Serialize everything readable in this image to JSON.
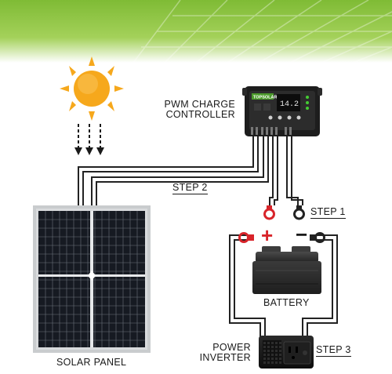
{
  "labels": {
    "controller_line1": "PWM CHARGE",
    "controller_line2": "CONTROLLER",
    "step1": "STEP 1",
    "step2": "STEP 2",
    "step3": "STEP 3",
    "battery": "BATTERY",
    "solar_panel": "SOLAR PANEL",
    "inverter_line1": "POWER",
    "inverter_line2": "INVERTER",
    "plus": "+",
    "minus": "−"
  },
  "controller": {
    "brand": "TOPSOLAR",
    "display_value": "14.2"
  },
  "colors": {
    "banner_green": "#8fc540",
    "sun_yellow": "#f6a81c",
    "terminal_red": "#d8242a",
    "wire": "#222222",
    "battery_body": "#2b2b2b",
    "inverter_body": "#1a1a1a",
    "panel_frame": "#c9ccce",
    "panel_cells": "#161a22"
  }
}
